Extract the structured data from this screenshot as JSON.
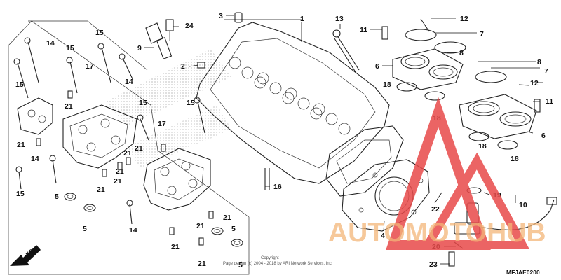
{
  "callouts": [
    {
      "id": "c1",
      "label": "1"
    },
    {
      "id": "c2",
      "label": "2"
    },
    {
      "id": "c3",
      "label": "3"
    },
    {
      "id": "c4",
      "label": "4"
    },
    {
      "id": "c5a",
      "label": "5"
    },
    {
      "id": "c5b",
      "label": "5"
    },
    {
      "id": "c5c",
      "label": "5"
    },
    {
      "id": "c5d",
      "label": "5"
    },
    {
      "id": "c6a",
      "label": "6"
    },
    {
      "id": "c6b",
      "label": "6"
    },
    {
      "id": "c7a",
      "label": "7"
    },
    {
      "id": "c7b",
      "label": "7"
    },
    {
      "id": "c8a",
      "label": "8"
    },
    {
      "id": "c8b",
      "label": "8"
    },
    {
      "id": "c9",
      "label": "9"
    },
    {
      "id": "c10",
      "label": "10"
    },
    {
      "id": "c11a",
      "label": "11"
    },
    {
      "id": "c11b",
      "label": "11"
    },
    {
      "id": "c12a",
      "label": "12"
    },
    {
      "id": "c12b",
      "label": "12"
    },
    {
      "id": "c13",
      "label": "13"
    },
    {
      "id": "c14a",
      "label": "14"
    },
    {
      "id": "c14b",
      "label": "14"
    },
    {
      "id": "c14c",
      "label": "14"
    },
    {
      "id": "c14d",
      "label": "14"
    },
    {
      "id": "c15a",
      "label": "15"
    },
    {
      "id": "c15b",
      "label": "15"
    },
    {
      "id": "c15c",
      "label": "15"
    },
    {
      "id": "c15d",
      "label": "15"
    },
    {
      "id": "c15e",
      "label": "15"
    },
    {
      "id": "c15f",
      "label": "15"
    },
    {
      "id": "c16",
      "label": "16"
    },
    {
      "id": "c17a",
      "label": "17"
    },
    {
      "id": "c17b",
      "label": "17"
    },
    {
      "id": "c18a",
      "label": "18"
    },
    {
      "id": "c18b",
      "label": "18"
    },
    {
      "id": "c18c",
      "label": "18"
    },
    {
      "id": "c18d",
      "label": "18"
    },
    {
      "id": "c19",
      "label": "19"
    },
    {
      "id": "c20",
      "label": "20"
    },
    {
      "id": "c21a",
      "label": "21"
    },
    {
      "id": "c21b",
      "label": "21"
    },
    {
      "id": "c21c",
      "label": "21"
    },
    {
      "id": "c21d",
      "label": "21"
    },
    {
      "id": "c21e",
      "label": "21"
    },
    {
      "id": "c21f",
      "label": "21"
    },
    {
      "id": "c21g",
      "label": "21"
    },
    {
      "id": "c21h",
      "label": "21"
    },
    {
      "id": "c21i",
      "label": "21"
    },
    {
      "id": "c21j",
      "label": "21"
    },
    {
      "id": "c21k",
      "label": "21"
    },
    {
      "id": "c22",
      "label": "22"
    },
    {
      "id": "c23",
      "label": "23"
    },
    {
      "id": "c24",
      "label": "24"
    }
  ],
  "front_arrow": "FR.",
  "copyright_line1": "Copyright",
  "copyright_line2": "Page design (c) 2004 - 2018 by ARI Network Services, Inc.",
  "diagram_code": "MFJAE0200",
  "watermark": {
    "part1": "AUTO",
    "part2": "MOTO",
    "part3": "HUB",
    "color_main": "#f3b679",
    "color_accent": "#e84a4a"
  }
}
